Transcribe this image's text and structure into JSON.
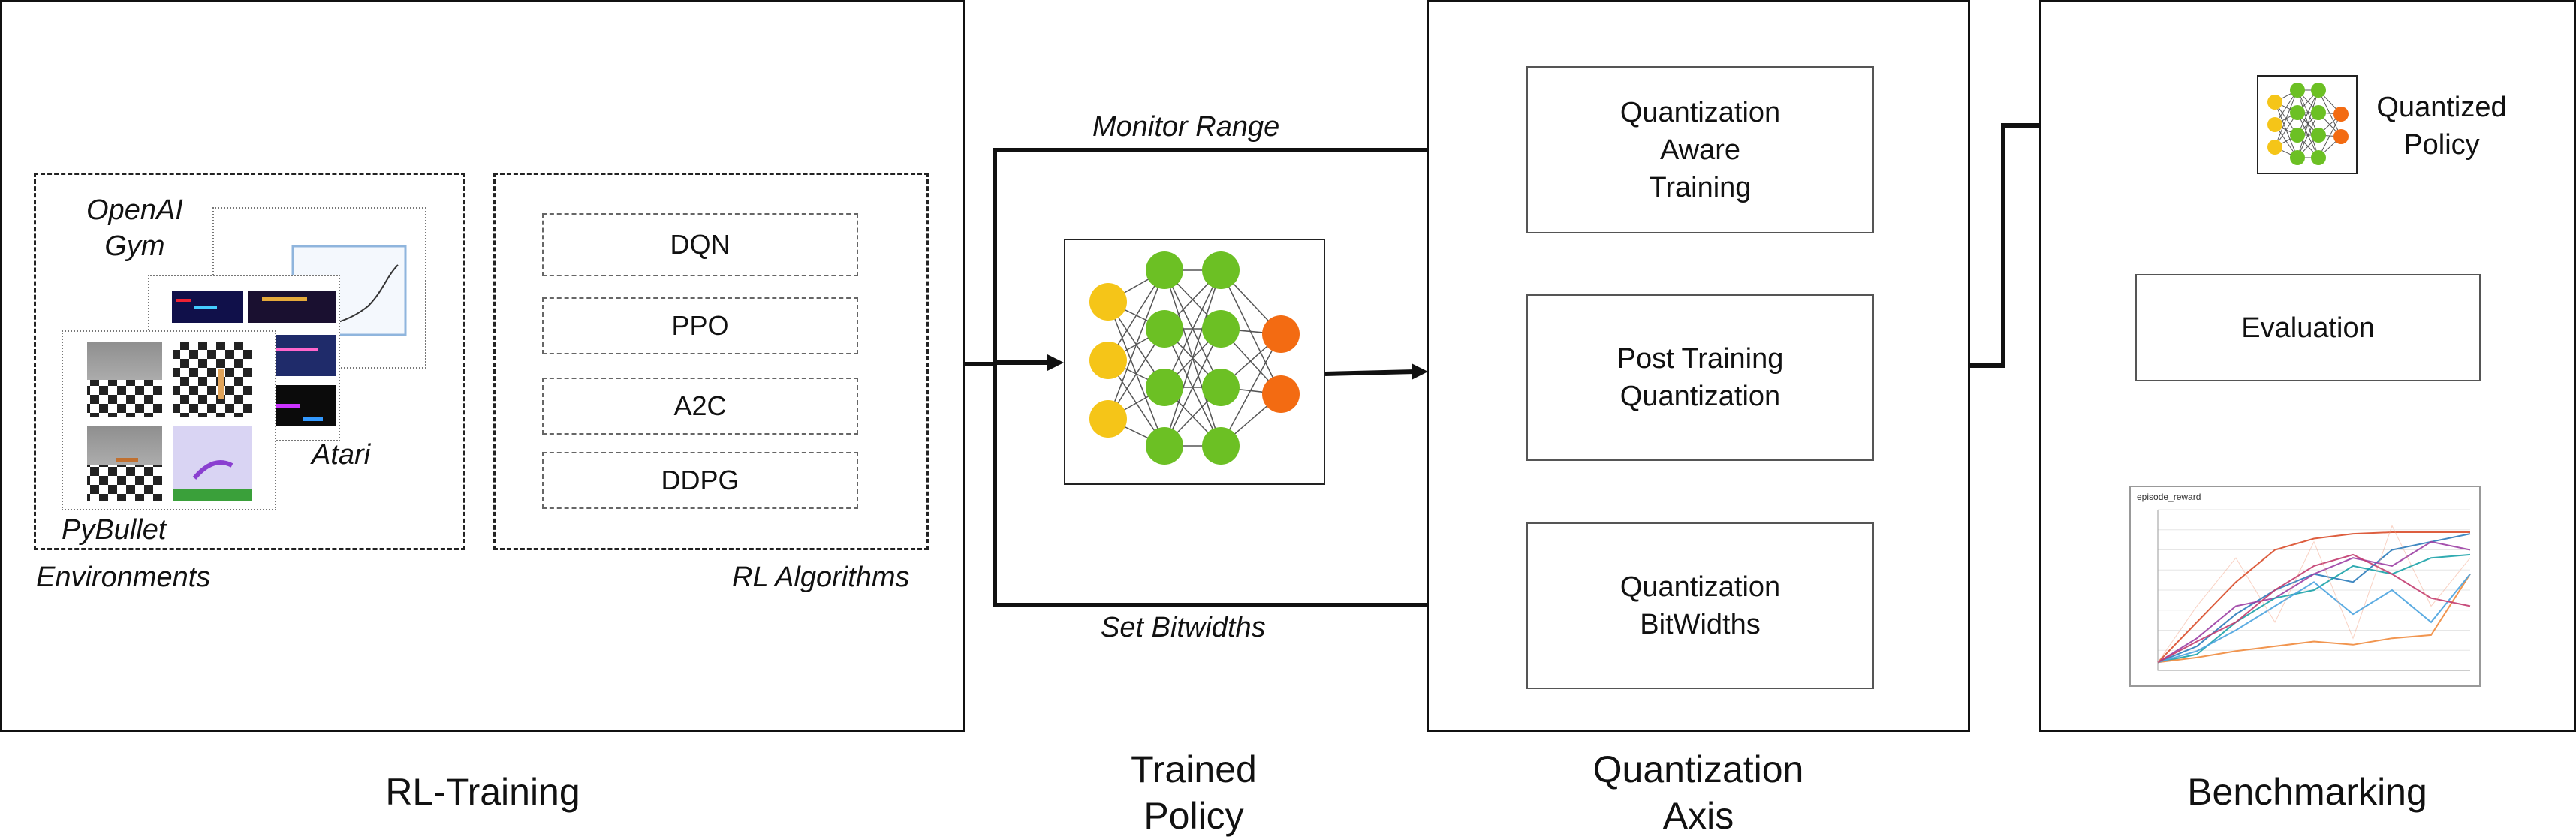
{
  "sections": {
    "rl_training": "RL-Training",
    "trained_policy": [
      "Trained",
      "Policy"
    ],
    "quantization_axis": [
      "Quantization",
      "Axis"
    ],
    "benchmarking": "Benchmarking"
  },
  "environments": {
    "group_label": "Environments",
    "openai_gym": [
      "OpenAI",
      "Gym"
    ],
    "atari": "Atari",
    "pybullet": "PyBullet"
  },
  "algorithms": {
    "group_label": "RL Algorithms",
    "items": [
      "DQN",
      "PPO",
      "A2C",
      "DDPG"
    ]
  },
  "arrows": {
    "monitor_range": "Monitor Range",
    "set_bitwidths": "Set Bitwidths"
  },
  "quantization_boxes": {
    "qat": [
      "Quantization",
      "Aware",
      "Training"
    ],
    "ptq": [
      "Post Training",
      "Quantization"
    ],
    "bitwidths": [
      "Quantization",
      "BitWidths"
    ]
  },
  "benchmark": {
    "quantized_policy": [
      "Quantized",
      "Policy"
    ],
    "evaluation": "Evaluation",
    "plot_title": "episode_reward"
  },
  "colors": {
    "input_node": "#f5c518",
    "hidden_node": "#6cc024",
    "output_node": "#f36b12",
    "line": "#111111",
    "series": [
      "#d94c2a",
      "#2b7bba",
      "#9c3fa4",
      "#19a2a8",
      "#f08a3c",
      "#4aa3df",
      "#c23b6f",
      "#f4a58a"
    ]
  }
}
